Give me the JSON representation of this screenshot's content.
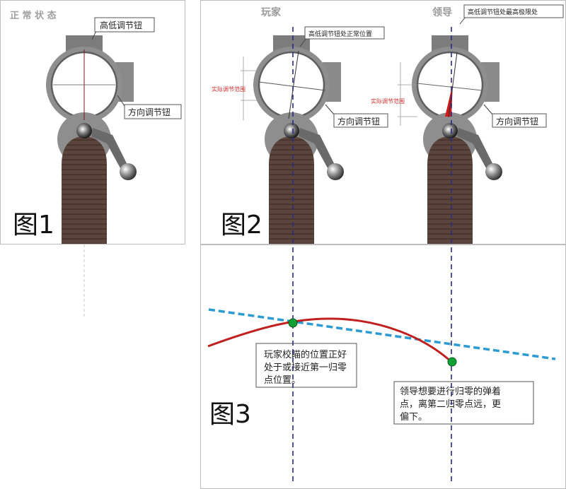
{
  "fig1": {
    "corner_label": "正 常 状 态",
    "figure_label": "图1",
    "callout_elevation": "高低调节钮",
    "callout_windage": "方向调节钮"
  },
  "fig2": {
    "header_player": "玩家",
    "header_leader": "领导",
    "figure_label": "图2",
    "callout_normal": "高低调节钮处正常位置",
    "callout_limit": "高低调节钮处最高极限处",
    "range_label_left": "实际调节范围",
    "range_label_right": "实际调节范围",
    "callout_windage_left": "方向调节钮",
    "callout_windage_right": "方向调节钮"
  },
  "fig3": {
    "figure_label": "图3",
    "note_player_lines": [
      "玩家校瞄的位置正好",
      "处于或接近第一归零",
      "点位置。"
    ],
    "note_leader_lines": [
      "领导想要进行归零的弹着",
      "点，离第二归零点远，更",
      "偏下。"
    ]
  },
  "colors": {
    "grip": "#5a443c",
    "scope_body": "#8c8c8c",
    "trajectory": "#c0201e",
    "sight_line": "#2b9bd2",
    "guide_line": "#2a2a80",
    "point": "#12a035",
    "range_text": "#d03030"
  }
}
